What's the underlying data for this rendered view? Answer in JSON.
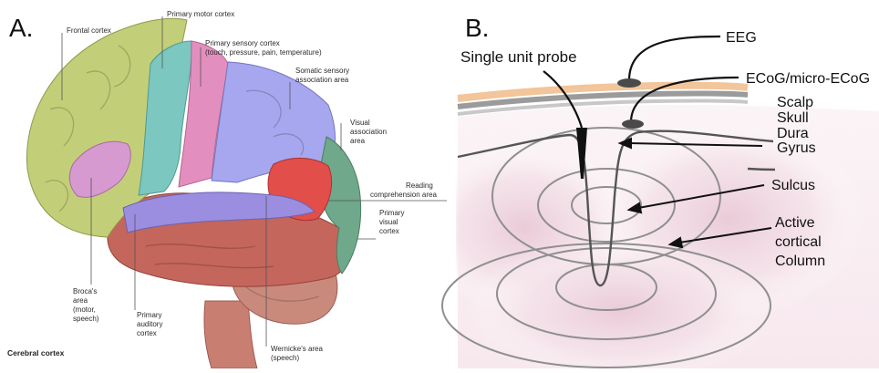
{
  "panel_a": {
    "letter": "A.",
    "labels": {
      "frontal": "Frontal cortex",
      "motor": "Primary motor cortex",
      "sensory_1": "Primary sensory cortex",
      "sensory_2": "(touch, pressure, pain, temperature)",
      "somatic_1": "Somatic sensory",
      "somatic_2": "association area",
      "visual_assoc_1": "Visual",
      "visual_assoc_2": "association",
      "visual_assoc_3": "area",
      "reading_1": "Reading",
      "reading_2": "comprehension area",
      "primary_visual_1": "Primary",
      "primary_visual_2": "visual",
      "primary_visual_3": "cortex",
      "broca_1": "Broca's",
      "broca_2": "area",
      "broca_3": "(motor,",
      "broca_4": "speech)",
      "auditory_1": "Primary",
      "auditory_2": "auditory",
      "auditory_3": "cortex",
      "wernicke_1": "Wernicke's area",
      "wernicke_2": "(speech)",
      "caption": "Cerebral cortex"
    }
  },
  "panel_b": {
    "letter": "B.",
    "labels": {
      "eeg": "EEG",
      "single_unit": "Single unit probe",
      "ecog": "ECoG/micro-ECoG",
      "scalp": "Scalp",
      "skull": "Skull",
      "dura": "Dura",
      "gyrus": "Gyrus",
      "sulcus": "Sulcus",
      "column_1": "Active",
      "column_2": "cortical",
      "column_3": "Column"
    }
  }
}
